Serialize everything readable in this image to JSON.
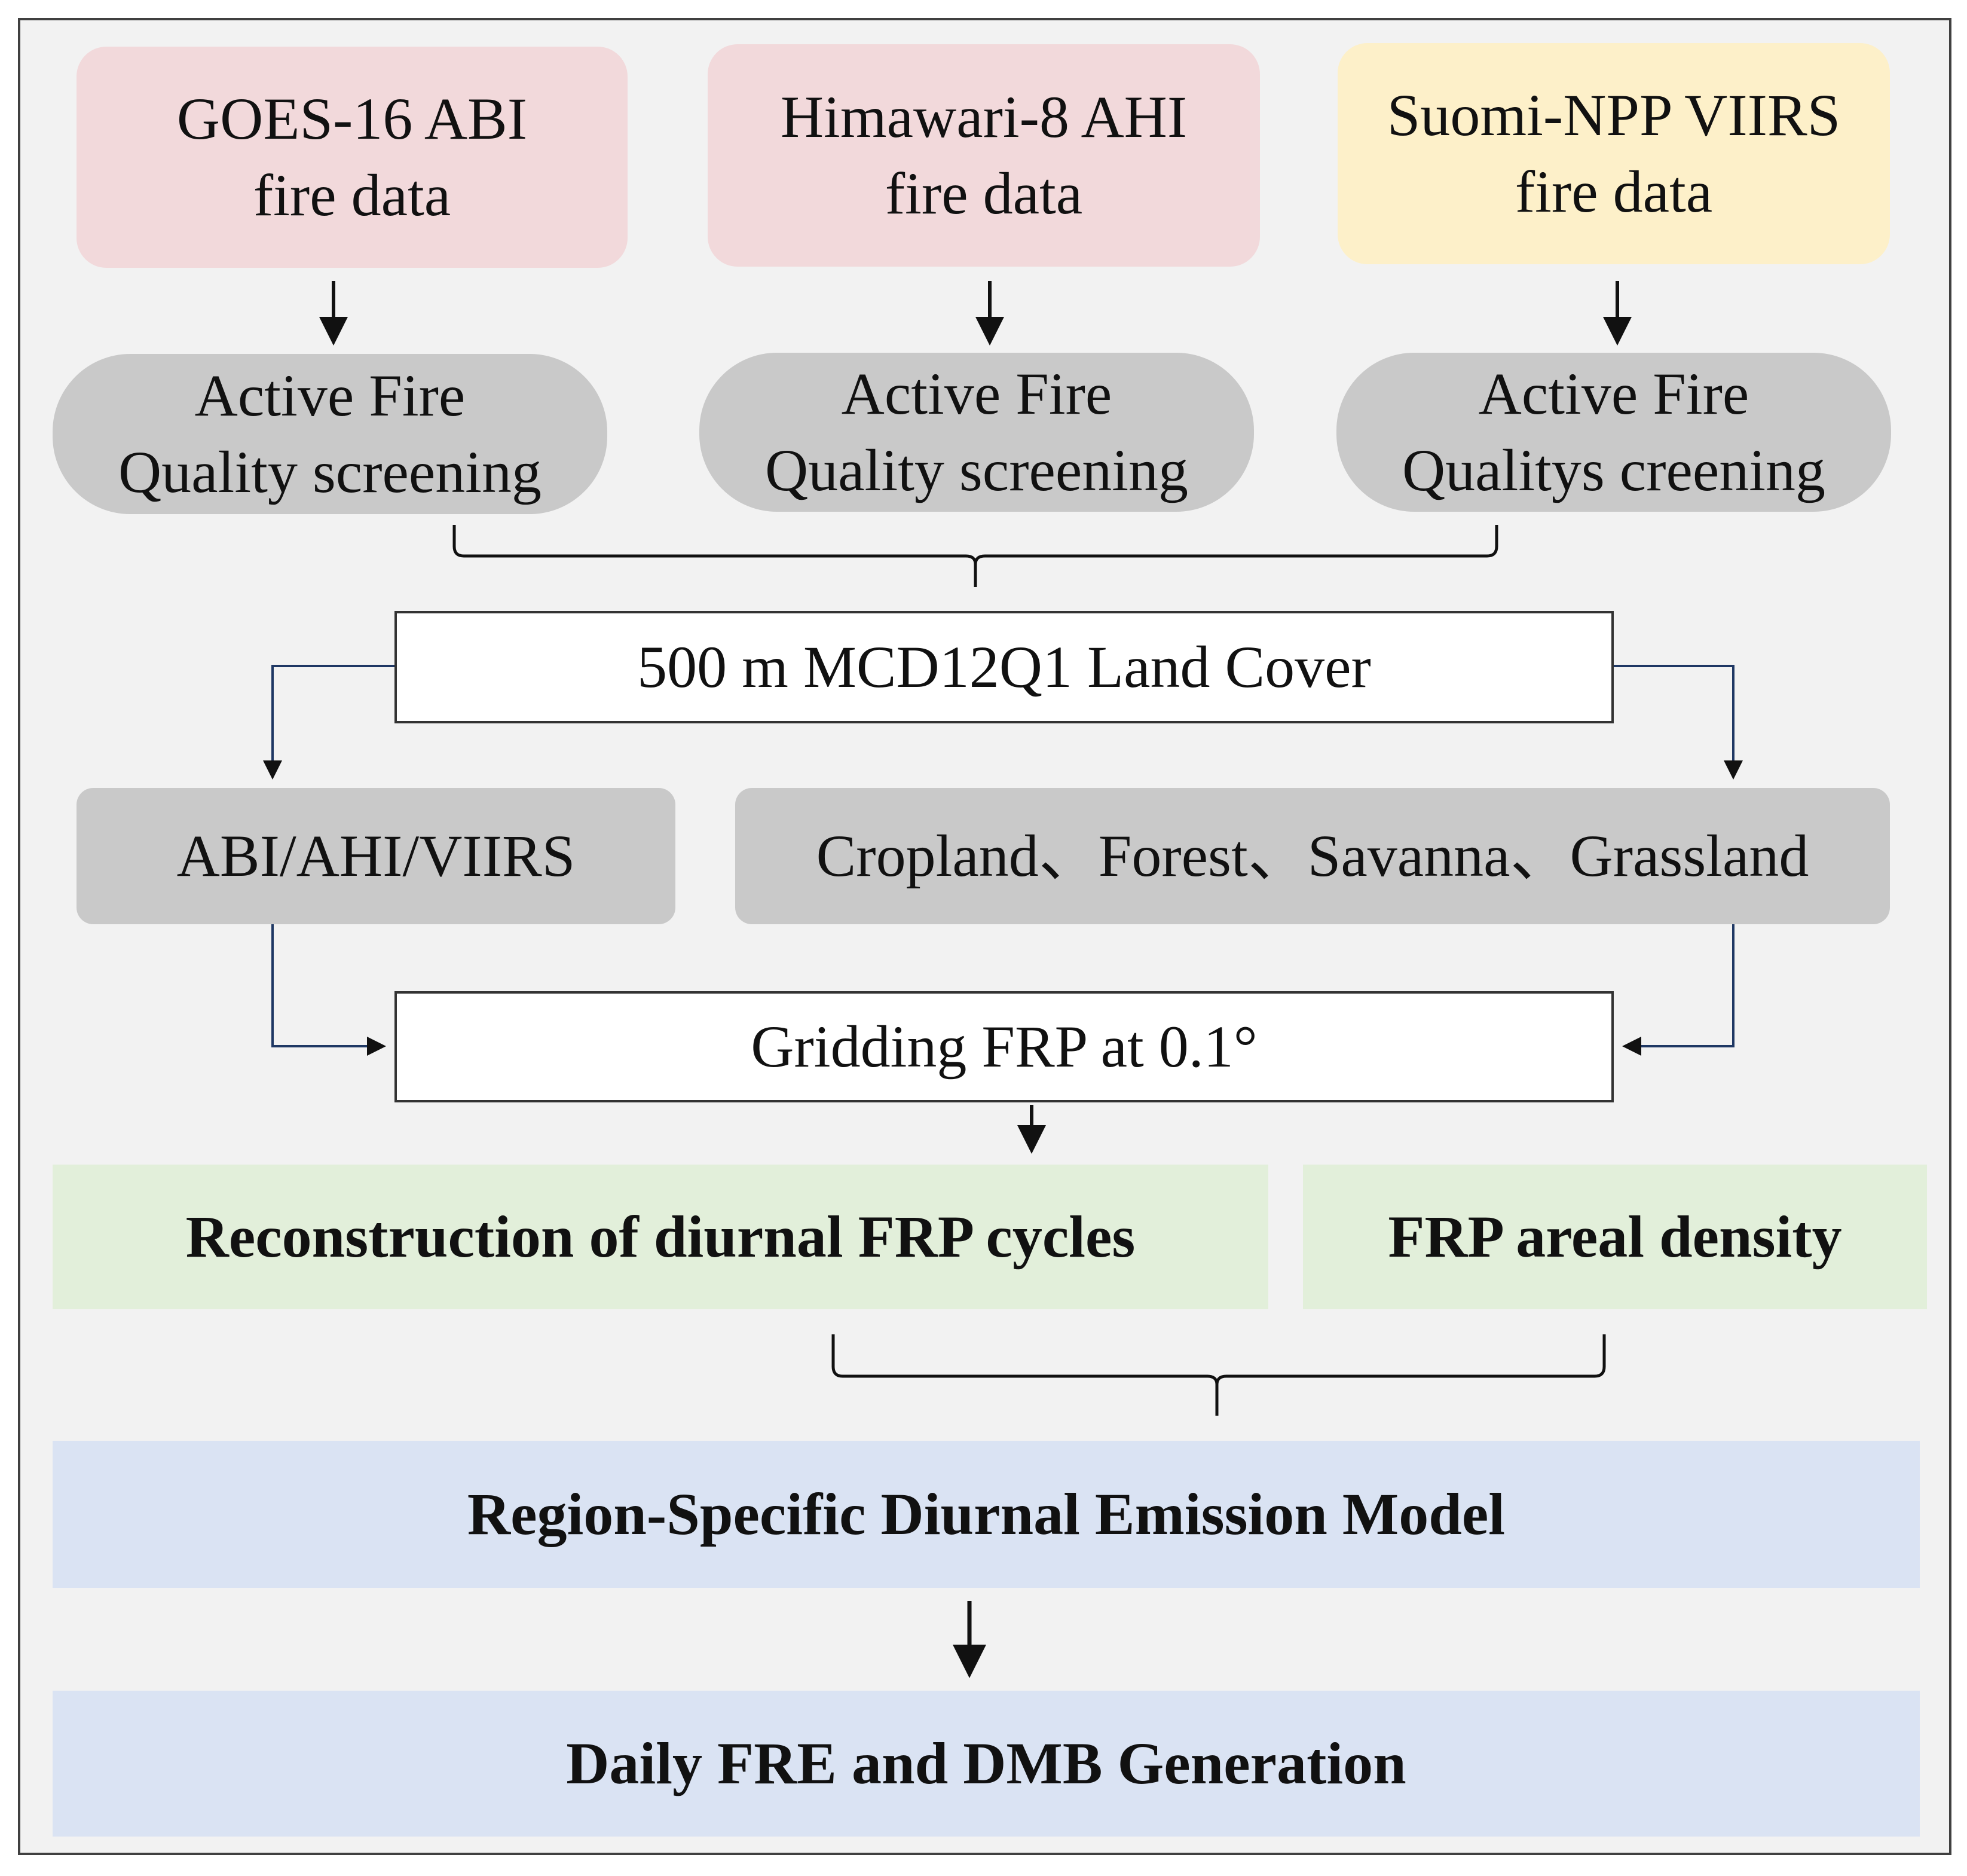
{
  "sources": [
    {
      "label": "GOES-16 ABI\nfire data",
      "color": "#f2d9db"
    },
    {
      "label": "Himawari-8 AHI\nfire data",
      "color": "#f2d9db"
    },
    {
      "label": "Suomi-NPP VIIRS\nfire data",
      "color": "#fdf0c9"
    }
  ],
  "screening": [
    {
      "label": "Active Fire\nQuality screening"
    },
    {
      "label": "Active Fire\nQuality screening"
    },
    {
      "label": "Active Fire\nQualitys creening"
    }
  ],
  "land_cover": {
    "label": "500 m MCD12Q1 Land Cover"
  },
  "sensors": {
    "label": "ABI/AHI/VIIRS"
  },
  "classes": {
    "label": "Cropland、Forest、Savanna、Grassland"
  },
  "gridding": {
    "label": "Gridding FRP at 0.1°"
  },
  "reconstruction": {
    "label": "Reconstruction of diurnal FRP cycles"
  },
  "density": {
    "label": "FRP areal density"
  },
  "model": {
    "label": "Region-Specific Diurnal Emission Model"
  },
  "output": {
    "label": "Daily FRE and DMB Generation"
  },
  "colors": {
    "source_pink": "#f2d9db",
    "source_yellow": "#fdf0c9",
    "gray": "#c9c9c9",
    "green": "#e2efda",
    "blue": "#dae3f3",
    "line_dark": "#111111",
    "line_navy": "#1f3864"
  }
}
